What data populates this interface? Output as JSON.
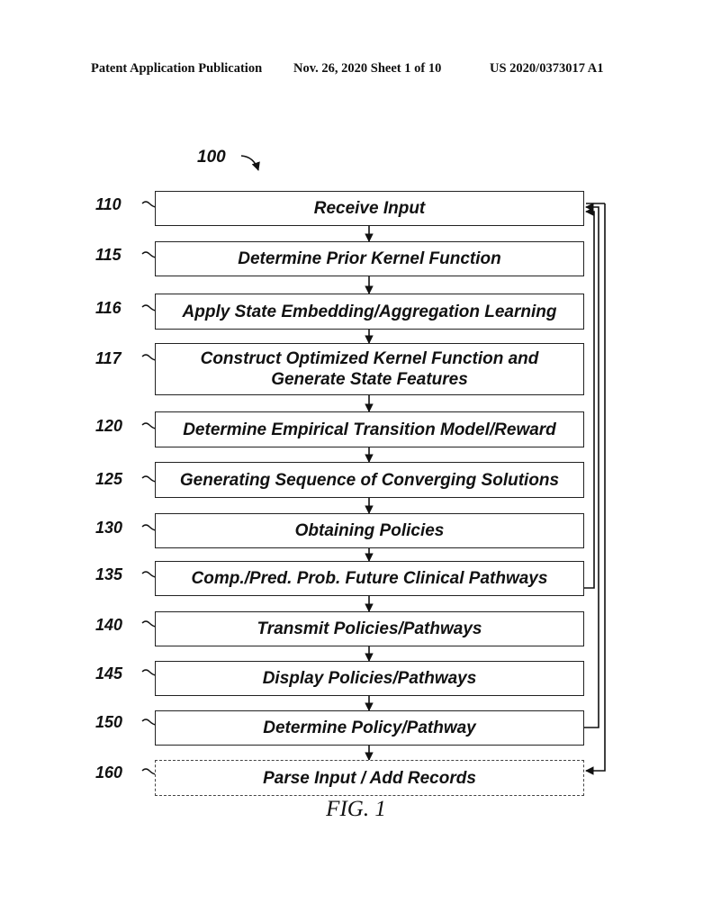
{
  "header": {
    "left": "Patent Application Publication",
    "middle": "Nov. 26, 2020  Sheet 1 of 10",
    "right": "US 2020/0373017 A1"
  },
  "figure_ref": "100",
  "steps": [
    {
      "num": "110",
      "label": "Receive Input"
    },
    {
      "num": "115",
      "label": "Determine Prior Kernel Function"
    },
    {
      "num": "116",
      "label": "Apply State Embedding/Aggregation Learning"
    },
    {
      "num": "117",
      "label": "Construct Optimized Kernel Function and\nGenerate State Features"
    },
    {
      "num": "120",
      "label": "Determine Empirical Transition Model/Reward"
    },
    {
      "num": "125",
      "label": "Generating Sequence of Converging Solutions"
    },
    {
      "num": "130",
      "label": "Obtaining Policies"
    },
    {
      "num": "135",
      "label": "Comp./Pred. Prob. Future Clinical Pathways"
    },
    {
      "num": "140",
      "label": "Transmit Policies/Pathways"
    },
    {
      "num": "145",
      "label": "Display Policies/Pathways"
    },
    {
      "num": "150",
      "label": "Determine Policy/Pathway"
    },
    {
      "num": "160",
      "label": "Parse Input / Add Records"
    }
  ],
  "caption": "FIG. 1"
}
